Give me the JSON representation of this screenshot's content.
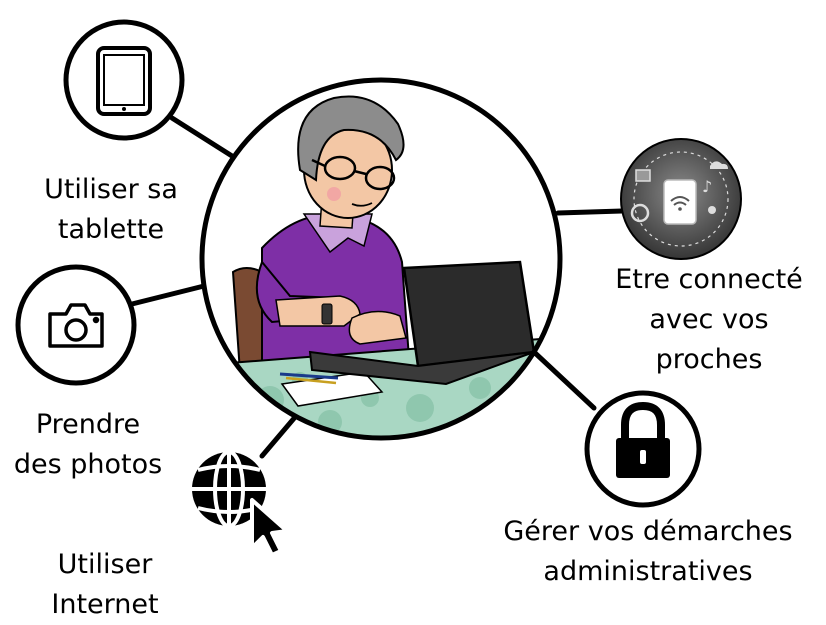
{
  "labels": {
    "tablet_line1": "Utiliser sa",
    "tablet_line2": "tablette",
    "photos_line1": "Prendre",
    "photos_line2": "des photos",
    "internet_line1": "Utiliser",
    "internet_line2": "Internet",
    "connected_line1": "Etre connecté",
    "connected_line2": "avec vos",
    "connected_line3": "proches",
    "admin_line1": "Gérer vos démarches",
    "admin_line2": "administratives"
  },
  "colors": {
    "stroke": "#000000",
    "shirt": "#7e2fa6",
    "collar": "#c9a2dc",
    "skin": "#f3c7a5",
    "hair": "#8c8c8c",
    "table": "#a9d7c3",
    "laptop": "#2b2b2b",
    "chair": "#7a4a32",
    "network_bg": "#4a4a4a"
  },
  "icons": {
    "tablet": "tablet-icon",
    "camera": "camera-icon",
    "internet": "globe-cursor-icon",
    "connected": "connected-devices-icon",
    "admin": "padlock-icon"
  }
}
